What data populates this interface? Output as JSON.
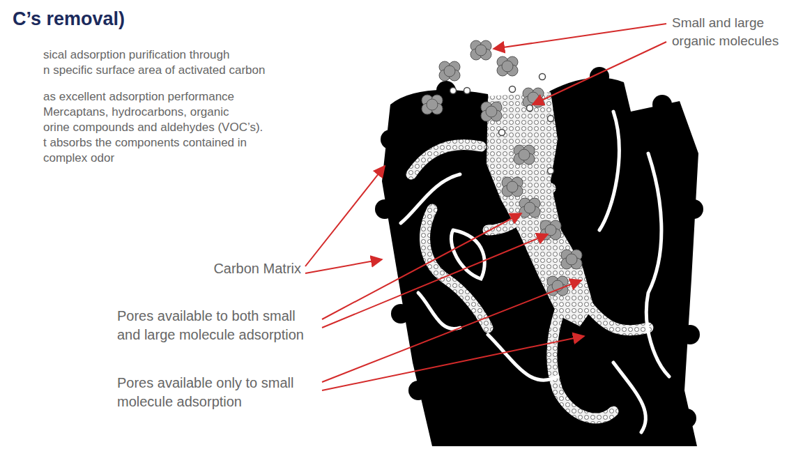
{
  "diagram": {
    "title": "C’s removal)",
    "labels": [
      "sical adsorption purification through",
      "n specific surface area of activated carbon",
      "as excellent adsorption performance",
      "Mercaptans, hydrocarbons, organic",
      "orine compounds and aldehydes (VOC’s).",
      "t absorbs the components contained in",
      "complex odor",
      "Small and large organic molecules",
      "Carbon Matrix",
      "Pores available to both small and large molecule adsorption",
      "Pores available only to small molecule adsorption"
    ]
  }
}
